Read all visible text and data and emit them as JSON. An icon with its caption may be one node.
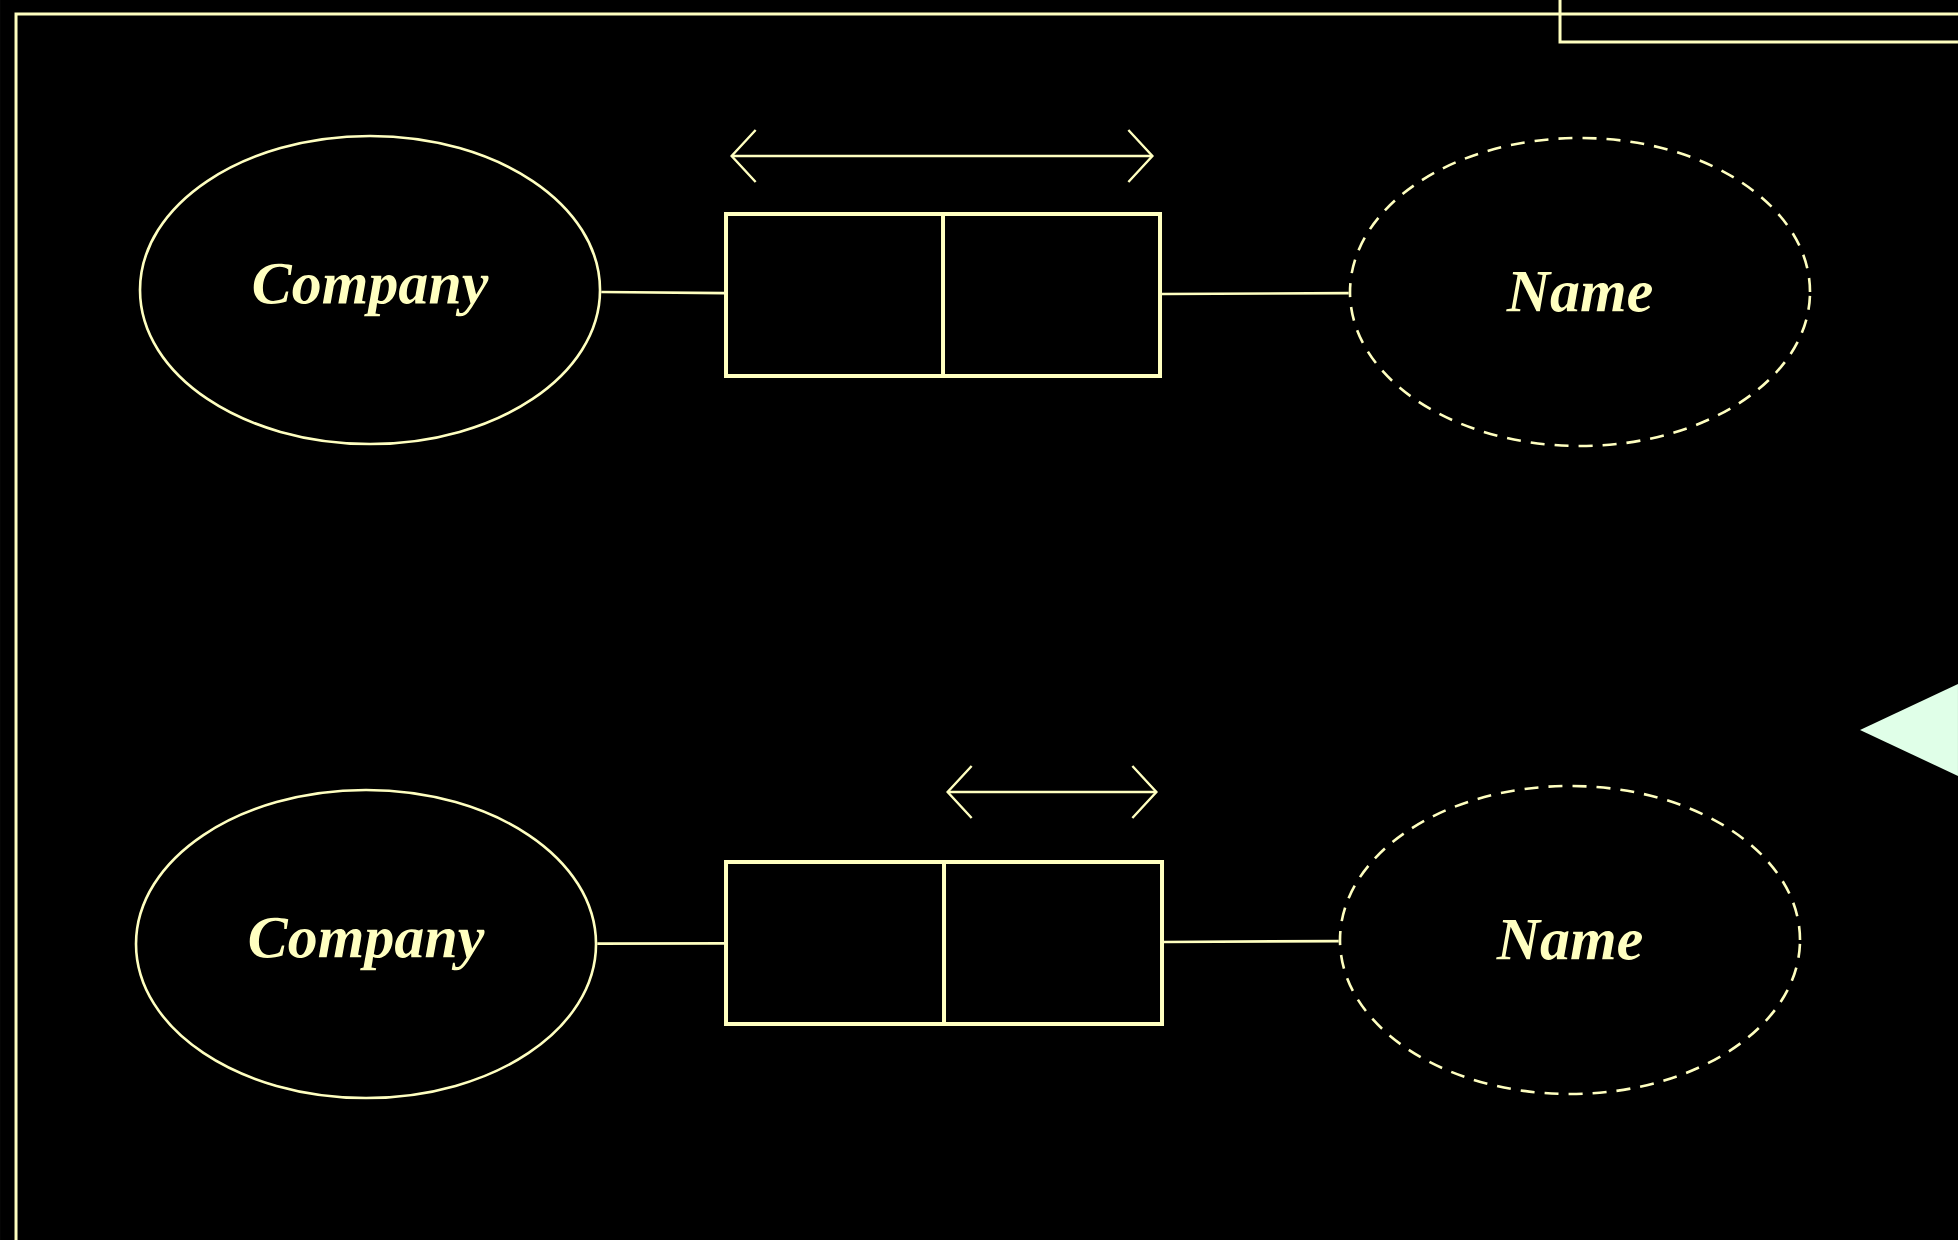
{
  "diagram": {
    "nodes": [
      {
        "text": [
          "Company"
        ]
      },
      {
        "text": [],
        "shape": "box"
      },
      {
        "text": [
          "Name"
        ]
      },
      {
        "text": [
          "Company"
        ]
      },
      {
        "text": [],
        "shape": "box"
      },
      {
        "text": [
          "Name"
        ]
      }
    ],
    "edges": [
      {
        "from": 0,
        "to": 1,
        "arrow": "none"
      },
      {
        "from": 1,
        "to": 2,
        "arrow": "none"
      },
      {
        "from": 3,
        "to": 4,
        "arrow": "none"
      },
      {
        "from": 4,
        "to": 5,
        "arrow": "none"
      }
    ]
  }
}
